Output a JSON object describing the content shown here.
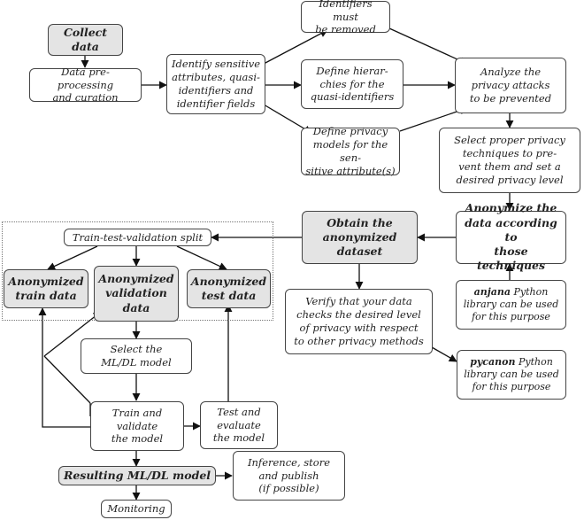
{
  "nodes": {
    "collect": "Collect\ndata",
    "preprocess": "Data pre-processing\nand curation",
    "identify": "Identify sensitive\nattributes, quasi-\nidentifiers and\nidentifier fields",
    "identifiers_removed": "Identifiers must\nbe removed",
    "hierarchies": "Define hierar-\nchies for the\nquasi-identifiers",
    "privacy_models": "Define privacy\nmodels for the sen-\nsitive attribute(s)",
    "analyze": "Analyze the\nprivacy attacks\nto be prevented",
    "select_techniques": "Select proper privacy\ntechniques to pre-\nvent them and set a\ndesired privacy level",
    "anonymize": "Anonymize the\ndata according to\nthose techniques",
    "obtain": "Obtain the\nanonymized\ndataset",
    "anjana_name": "anjana",
    "anjana_rest": " Python\nlibrary can be used\nfor this purpose",
    "verify": "Verify that your data\nchecks the desired level\nof privacy with respect\nto other privacy methods",
    "pycanon_name": "pycanon",
    "pycanon_rest": " Python\nlibrary can be used\nfor this purpose",
    "split": "Train-test-validation split",
    "train_data": "Anonymized\ntrain data",
    "validation_data": "Anonymized\nvalidation\ndata",
    "test_data": "Anonymized\ntest data",
    "select_model": "Select the\nML/DL model",
    "train_validate": "Train and\nvalidate\nthe model",
    "test_evaluate": "Test and\nevaluate\nthe model",
    "resulting_model": "Resulting ML/DL model",
    "inference": "Inference, store\nand publish\n(if possible)",
    "monitoring": "Monitoring"
  }
}
